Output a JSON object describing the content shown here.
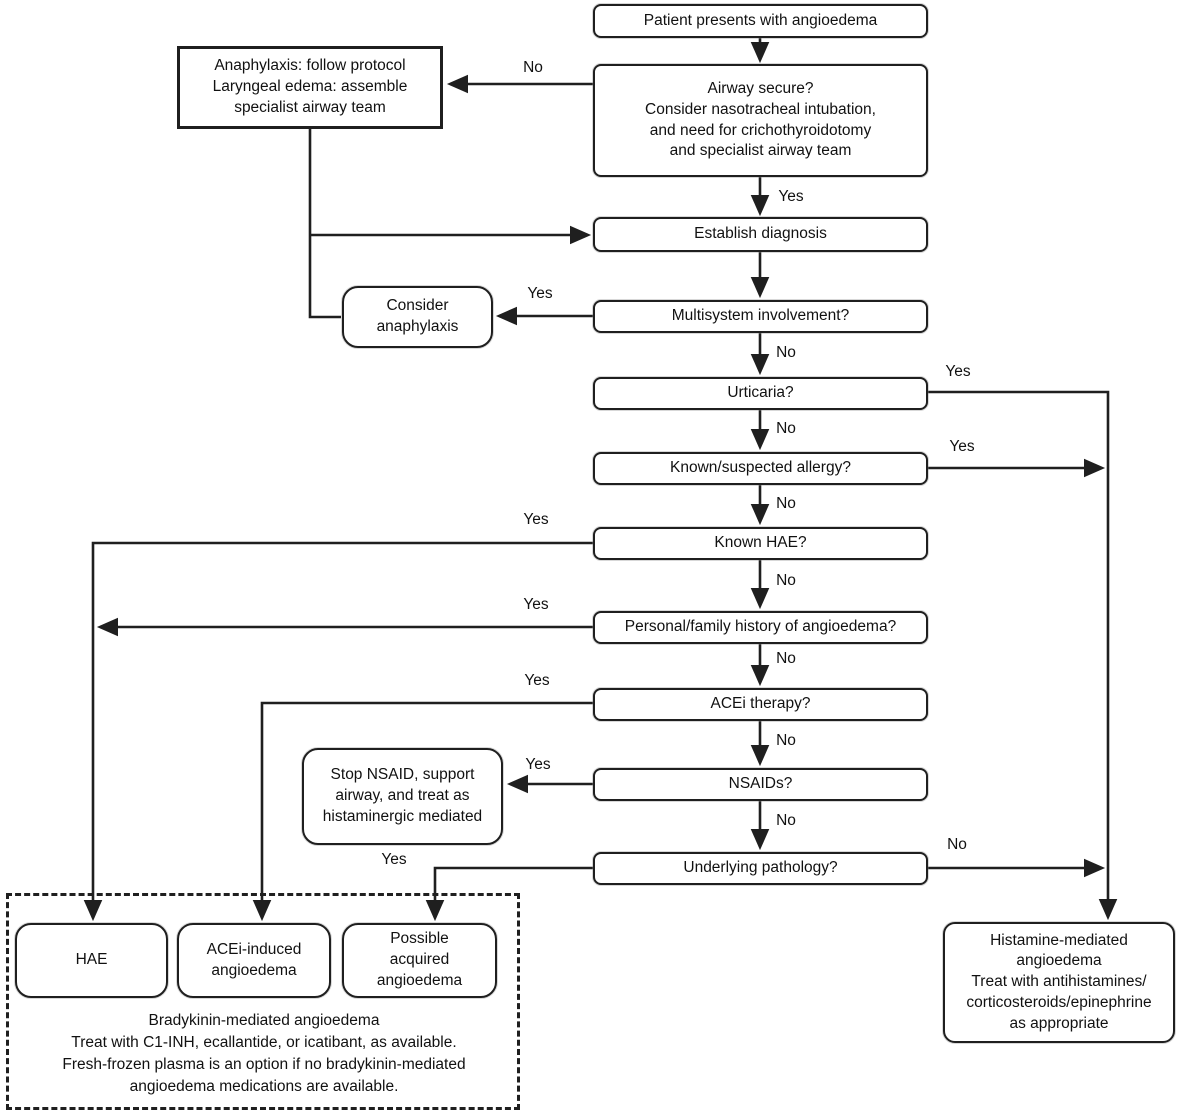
{
  "colors": {
    "ink": "#1f1f1f",
    "background": "#ffffff"
  },
  "nodes": {
    "patient": {
      "text": "Patient presents with angioedema"
    },
    "airway": {
      "text": "Airway secure?\nConsider nasotracheal intubation,\nand need for crichothyroidotomy\nand specialist airway team"
    },
    "anaphylaxis_protocol": {
      "text": "Anaphylaxis: follow protocol\nLaryngeal edema: assemble\nspecialist airway team"
    },
    "establish": {
      "text": "Establish diagnosis"
    },
    "consider_anaphylaxis": {
      "text": "Consider\nanaphylaxis"
    },
    "multisystem": {
      "text": "Multisystem involvement?"
    },
    "urticaria": {
      "text": "Urticaria?"
    },
    "allergy": {
      "text": "Known/suspected allergy?"
    },
    "known_hae": {
      "text": "Known HAE?"
    },
    "history": {
      "text": "Personal/family history of angioedema?"
    },
    "acei": {
      "text": "ACEi therapy?"
    },
    "nsaids": {
      "text": "NSAIDs?"
    },
    "stop_nsaid": {
      "text": "Stop NSAID, support\nairway, and treat as\nhistaminergic mediated"
    },
    "underlying": {
      "text": "Underlying pathology?"
    },
    "histamine": {
      "text": "Histamine-mediated\nangioedema\nTreat with antihistamines/\ncorticosteroids/epinephrine\nas appropriate"
    },
    "hae": {
      "text": "HAE"
    },
    "acei_induced": {
      "text": "ACEi-induced\nangioedema"
    },
    "possible_acquired": {
      "text": "Possible\nacquired\nangioedema"
    },
    "bradykinin_note": {
      "text": "Bradykinin-mediated angioedema\nTreat with C1-INH, ecallantide, or icatibant, as available.\nFresh-frozen plasma is an option if no bradykinin-mediated\nangioedema medications are available."
    }
  },
  "edge_labels": {
    "airway_no": "No",
    "airway_yes": "Yes",
    "multisystem_yes": "Yes",
    "multisystem_no": "No",
    "urticaria_yes": "Yes",
    "urticaria_no": "No",
    "allergy_yes": "Yes",
    "allergy_no": "No",
    "hae_yes": "Yes",
    "hae_no": "No",
    "history_yes": "Yes",
    "history_no": "No",
    "acei_yes": "Yes",
    "acei_no": "No",
    "nsaids_yes": "Yes",
    "nsaids_no": "No",
    "underlying_yes": "Yes",
    "underlying_no": "No"
  }
}
